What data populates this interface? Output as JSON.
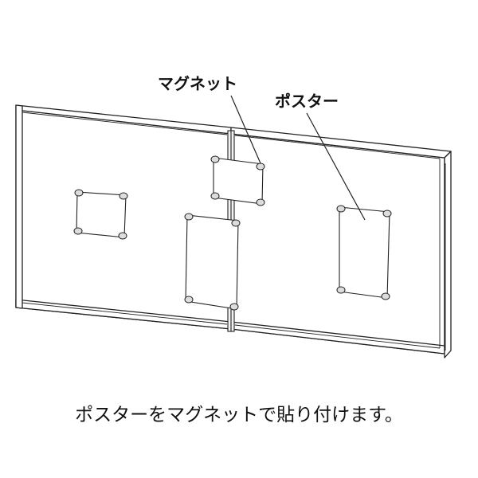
{
  "labels": {
    "magnet": "マグネット",
    "poster": "ポスター"
  },
  "caption": "ポスターをマグネットで貼り付けます。",
  "colors": {
    "line": "#222222",
    "panel_fill": "#ffffff",
    "magnet_fill": "#dddddd"
  }
}
